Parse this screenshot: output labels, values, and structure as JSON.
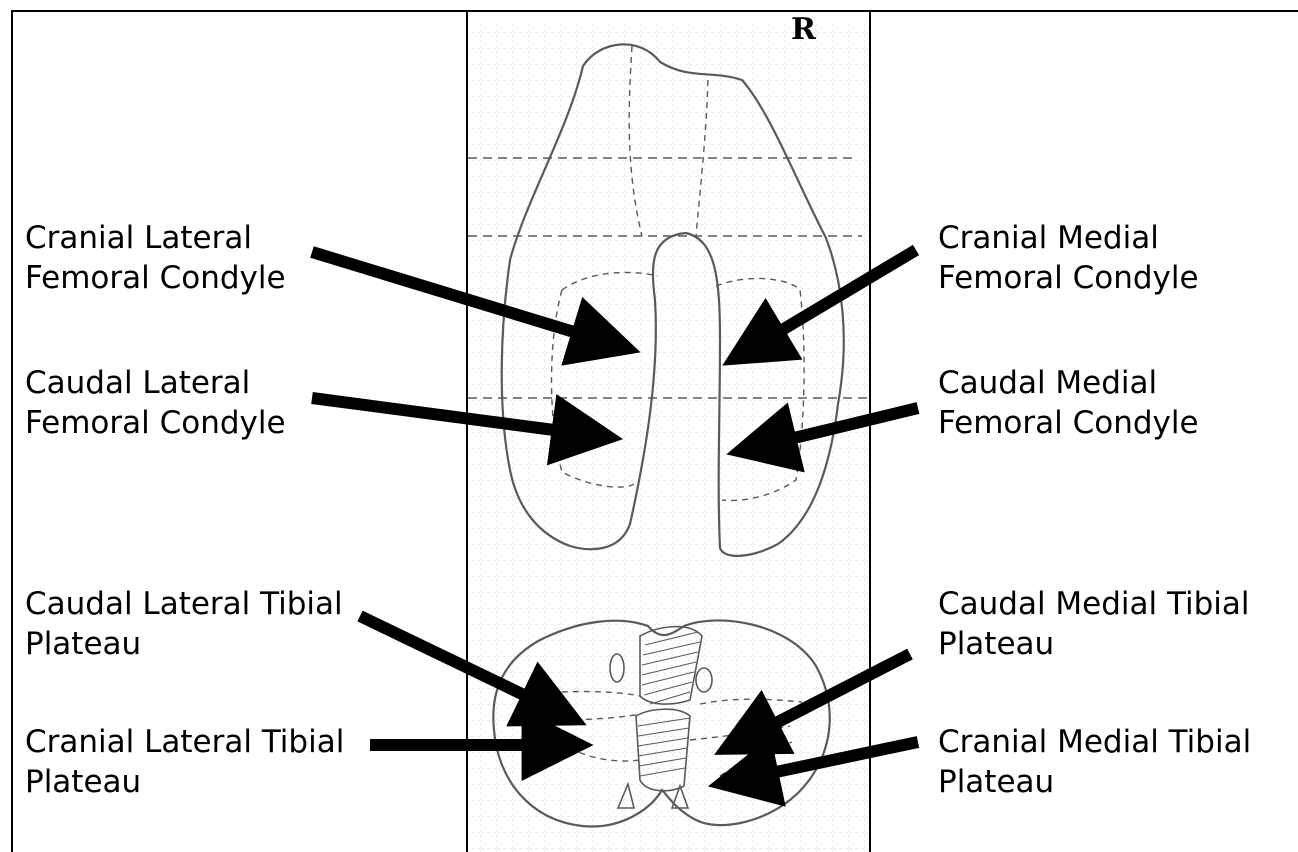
{
  "side_marker": "R",
  "labels": {
    "cranial_lateral_femoral": [
      "Cranial Lateral",
      "Femoral Condyle"
    ],
    "caudal_lateral_femoral": [
      "Caudal Lateral",
      "Femoral Condyle"
    ],
    "cranial_medial_femoral": [
      "Cranial Medial",
      "Femoral Condyle"
    ],
    "caudal_medial_femoral": [
      "Caudal Medial",
      "Femoral Condyle"
    ],
    "caudal_lateral_tibial": [
      "Caudal Lateral Tibial",
      "Plateau"
    ],
    "cranial_lateral_tibial": [
      "Cranial Lateral Tibial",
      "Plateau"
    ],
    "caudal_medial_tibial": [
      "Caudal Medial Tibial",
      "Plateau"
    ],
    "cranial_medial_tibial": [
      "Cranial Medial Tibial",
      "Plateau"
    ]
  },
  "colors": {
    "ink": "#000000",
    "sketch": "#5a5a5a",
    "grid": "#d6dde3",
    "background": "#ffffff"
  }
}
